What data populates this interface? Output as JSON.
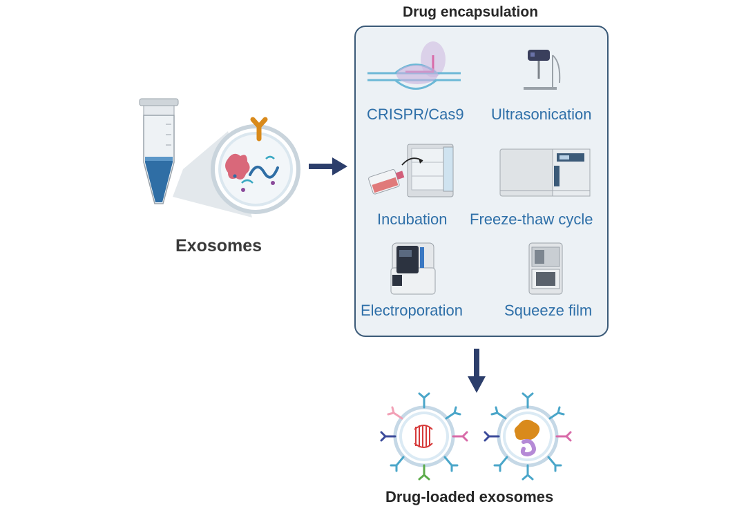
{
  "source": {
    "label": "Exosomes"
  },
  "encapsulation": {
    "title": "Drug encapsulation",
    "methods": [
      {
        "label": "CRISPR/Cas9",
        "icon": "crispr-cas9-icon"
      },
      {
        "label": "Ultrasonication",
        "icon": "ultrasonicator-icon"
      },
      {
        "label": "Incubation",
        "icon": "incubator-icon"
      },
      {
        "label": "Freeze-thaw cycle",
        "icon": "freezer-icon"
      },
      {
        "label": "Electroporation",
        "icon": "electroporator-icon"
      },
      {
        "label": "Squeeze film",
        "icon": "squeeze-film-device-icon"
      }
    ]
  },
  "result": {
    "label": "Drug-loaded exosomes"
  },
  "colors": {
    "panel_border": "#3b5a78",
    "panel_fill": "#ecf1f5",
    "label_blue": "#2e6fa8",
    "arrow": "#2c3e6b"
  }
}
